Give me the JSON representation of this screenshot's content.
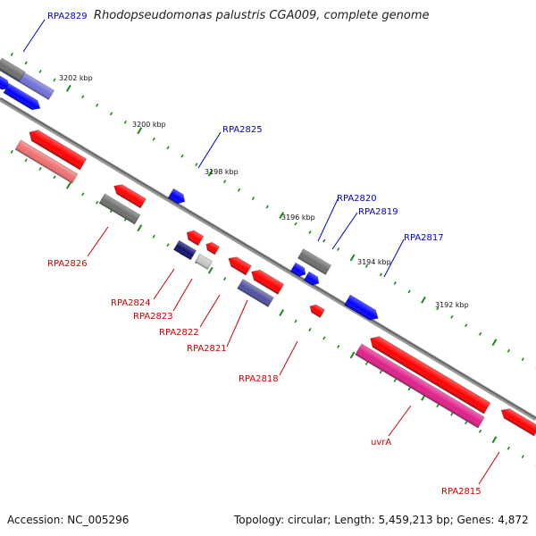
{
  "title": "Rhodopseudomonas palustris CGA009, complete genome",
  "footer": {
    "accession": "Accession: NC_005296",
    "summary": "Topology: circular; Length: 5,459,213 bp; Genes: 4,872"
  },
  "colors": {
    "backbone": "#808080",
    "tick": "#1a8a1a",
    "forward_label": "#0000cc",
    "reverse_label": "#cc0000",
    "blue": "#0000ff",
    "red": "#ff0000",
    "grey": "#6e6e6e",
    "light_grey": "#c8c8c8",
    "navy": "#101070",
    "slate": "#5050a0",
    "lavender": "#7070d8",
    "pink": "#f07070",
    "magenta": "#e0208a"
  },
  "kbp_ticks": [
    "3202 kbp",
    "3200 kbp",
    "3198 kbp",
    "3196 kbp",
    "3194 kbp",
    "3192 kbp"
  ],
  "labels_top": [
    "RPA2829",
    "RPA2825",
    "RPA2820",
    "RPA2819",
    "RPA2817"
  ],
  "labels_bottom": [
    "RPA2826",
    "RPA2824",
    "RPA2823",
    "RPA2822",
    "RPA2821",
    "RPA2818",
    "uvrA",
    "RPA2815"
  ]
}
